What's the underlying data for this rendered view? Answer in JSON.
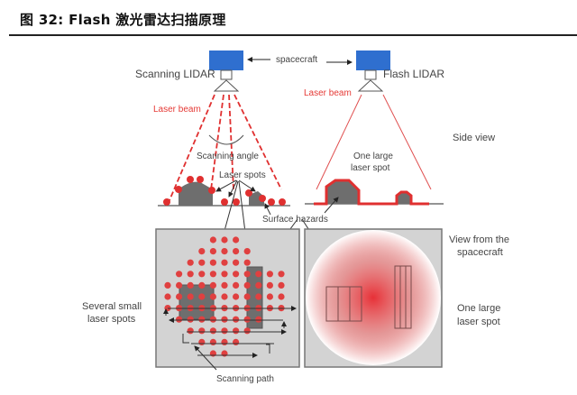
{
  "figure": {
    "title": "图 32:  Flash 激光雷达扫描原理"
  },
  "labels": {
    "spacecraft": "spacecraft",
    "scanning_lidar": "Scanning LIDAR",
    "flash_lidar": "Flash LIDAR",
    "laser_beam_left": "Laser beam",
    "laser_beam_right": "Laser beam",
    "scanning_angle": "Scanning angle",
    "laser_spots": "Laser spots",
    "one_large_laser_spot_side_line1": "One large",
    "one_large_laser_spot_side_line2": "laser spot",
    "side_view": "Side view",
    "surface_hazards": "Surface hazards",
    "view_from_line1": "View from the",
    "view_from_line2": "spacecraft",
    "several_small_line1": "Several small",
    "several_small_line2": "laser spots",
    "one_large_right_line1": "One large",
    "one_large_right_line2": "laser spot",
    "scanning_path": "Scanning path"
  },
  "colors": {
    "spacecraft_blue": "#2f6fcf",
    "laser_red": "#e03030",
    "hazard_gray": "#6e6e6e",
    "panel_gray": "#d3d3d3",
    "label_red": "#e53935"
  }
}
